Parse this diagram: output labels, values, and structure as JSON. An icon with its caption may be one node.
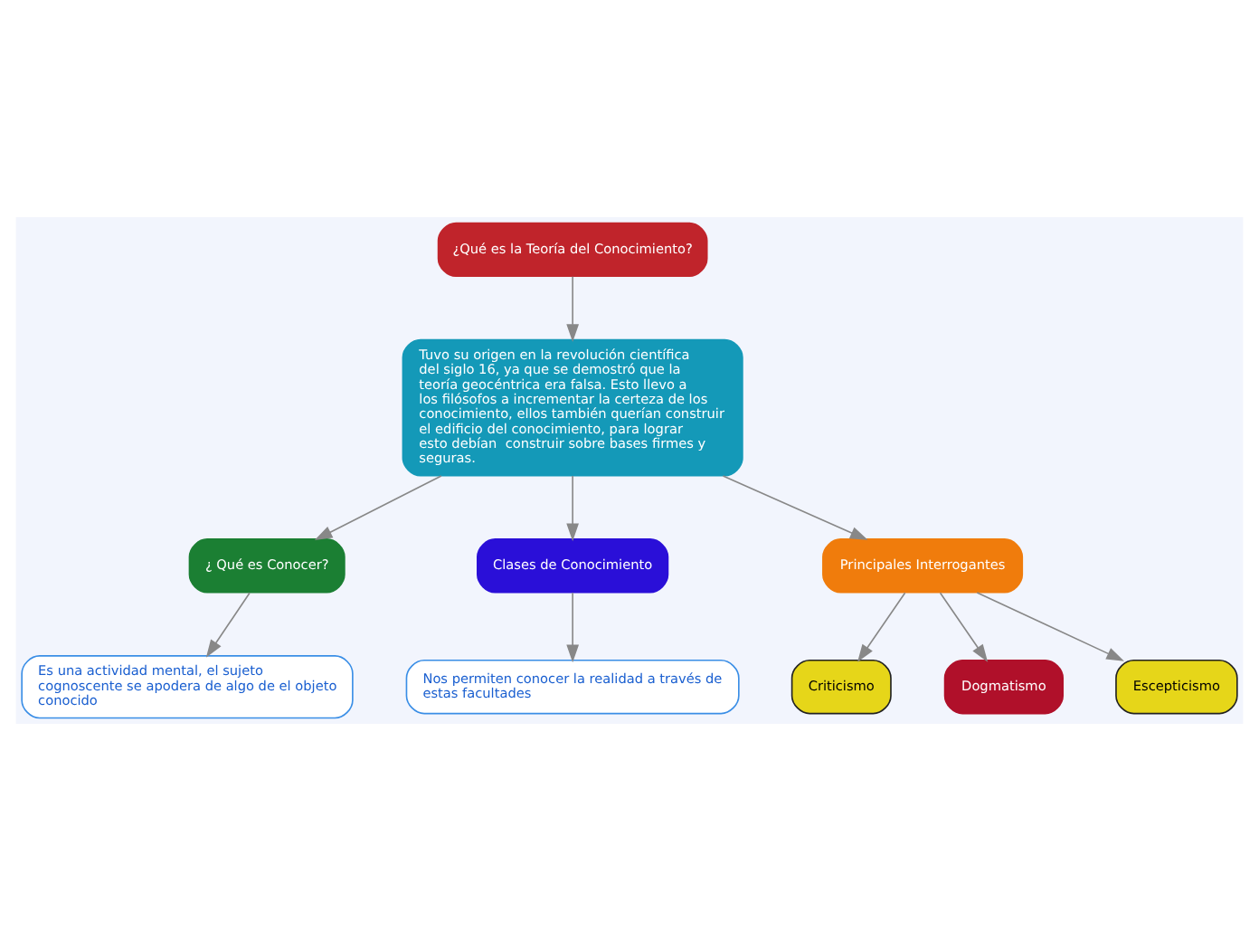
{
  "diagram": {
    "nodes": [
      {
        "text": [
          "¿Qué es la Teoría del Conocimiento?"
        ]
      },
      {
        "text": [
          "Tuvo su origen en la revolución científica del siglo 16, ya que se demostró que la teoría geocéntrica era falsa. Esto llevo a los filósofos a incrementar la certeza de los conocimiento, ellos también querían construir el edificio del conocimiento, para lograr esto debían  construir sobre bases firmes y seguras."
        ]
      },
      {
        "text": [
          "¿ Qué es Conocer?"
        ]
      },
      {
        "text": [
          "Clases de Conocimiento"
        ]
      },
      {
        "text": [
          "Principales Interrogantes"
        ]
      },
      {
        "text": [
          "Es una actividad mental, el sujeto cognoscente se apodera de algo de el objeto conocido"
        ]
      },
      {
        "text": [
          "Nos permiten conocer la realidad a través de estas facultades"
        ]
      },
      {
        "text": [
          "Criticismo"
        ]
      },
      {
        "text": [
          "Dogmatismo"
        ]
      },
      {
        "text": [
          "Escepticismo"
        ]
      }
    ],
    "edges": [
      {
        "from": 0,
        "to": 1,
        "arrow": "to"
      },
      {
        "from": 1,
        "to": 2,
        "arrow": "to"
      },
      {
        "from": 1,
        "to": 3,
        "arrow": "to"
      },
      {
        "from": 1,
        "to": 4,
        "arrow": "to"
      },
      {
        "from": 2,
        "to": 5,
        "arrow": "to"
      },
      {
        "from": 3,
        "to": 6,
        "arrow": "to"
      },
      {
        "from": 4,
        "to": 7,
        "arrow": "to"
      },
      {
        "from": 4,
        "to": 8,
        "arrow": "to"
      },
      {
        "from": 4,
        "to": 9,
        "arrow": "to"
      }
    ]
  }
}
